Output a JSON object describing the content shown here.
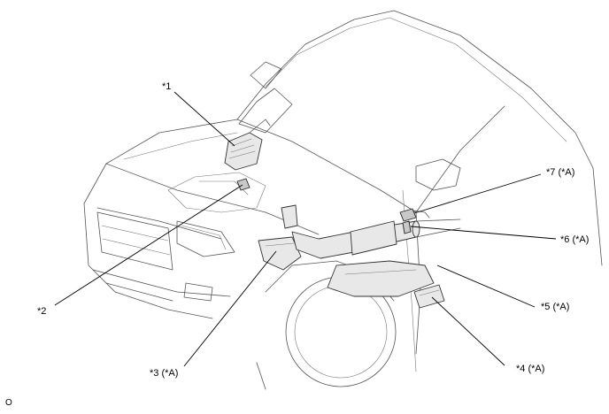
{
  "diagram": {
    "callouts": [
      {
        "id": "c1",
        "label": "*1"
      },
      {
        "id": "c2",
        "label": "*2"
      },
      {
        "id": "c3",
        "label": "*3 (*A)"
      },
      {
        "id": "c4",
        "label": "*4 (*A)"
      },
      {
        "id": "c5",
        "label": "*5 (*A)"
      },
      {
        "id": "c6",
        "label": "*6 (*A)"
      },
      {
        "id": "c7",
        "label": "*7 (*A)"
      }
    ],
    "footer_code": "O"
  }
}
